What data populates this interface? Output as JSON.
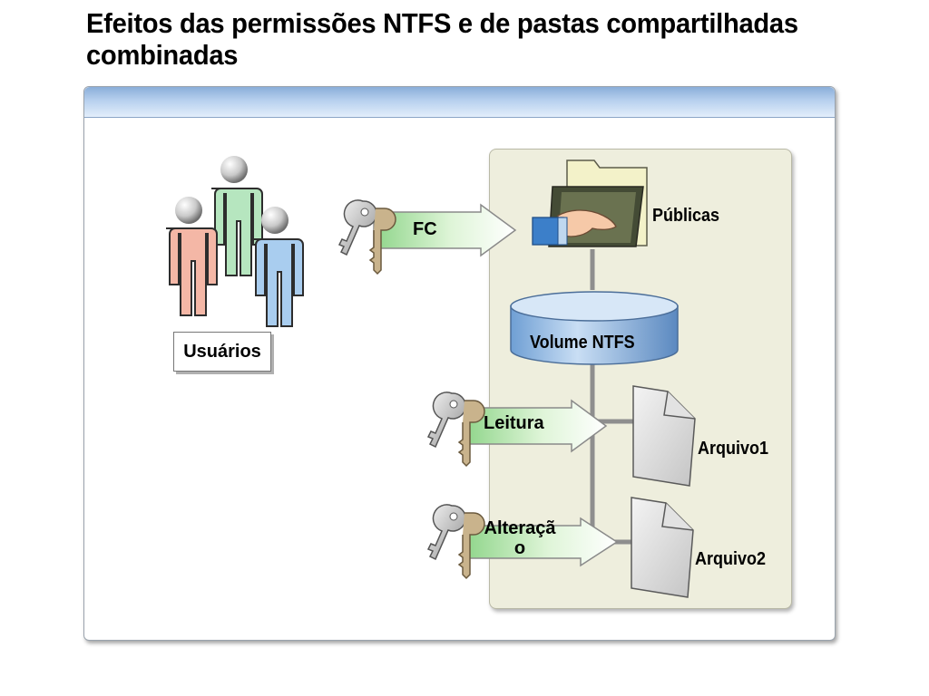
{
  "title": "Efeitos das permissões NTFS e de pastas compartilhadas combinadas",
  "users": {
    "label": "Usuários"
  },
  "share": {
    "permission": "FC",
    "folder_label": "Públicas"
  },
  "volume": {
    "label": "Volume NTFS"
  },
  "files": [
    {
      "permission": "Leitura",
      "name": "Arquivo1"
    },
    {
      "permission_line1": "Alteraçã",
      "permission_line2": "o",
      "name": "Arquivo2"
    }
  ],
  "icons": [
    "users-icon",
    "key-icon",
    "shared-folder-icon",
    "database-icon",
    "file-icon"
  ],
  "colors": {
    "header_blue": "#b7d0ee",
    "storage_bg": "#eeeedd",
    "arrow_green": "#c9efc0",
    "user_red": "#f4b7a6",
    "user_green": "#b6e6bf",
    "user_blue": "#a9cdef"
  }
}
